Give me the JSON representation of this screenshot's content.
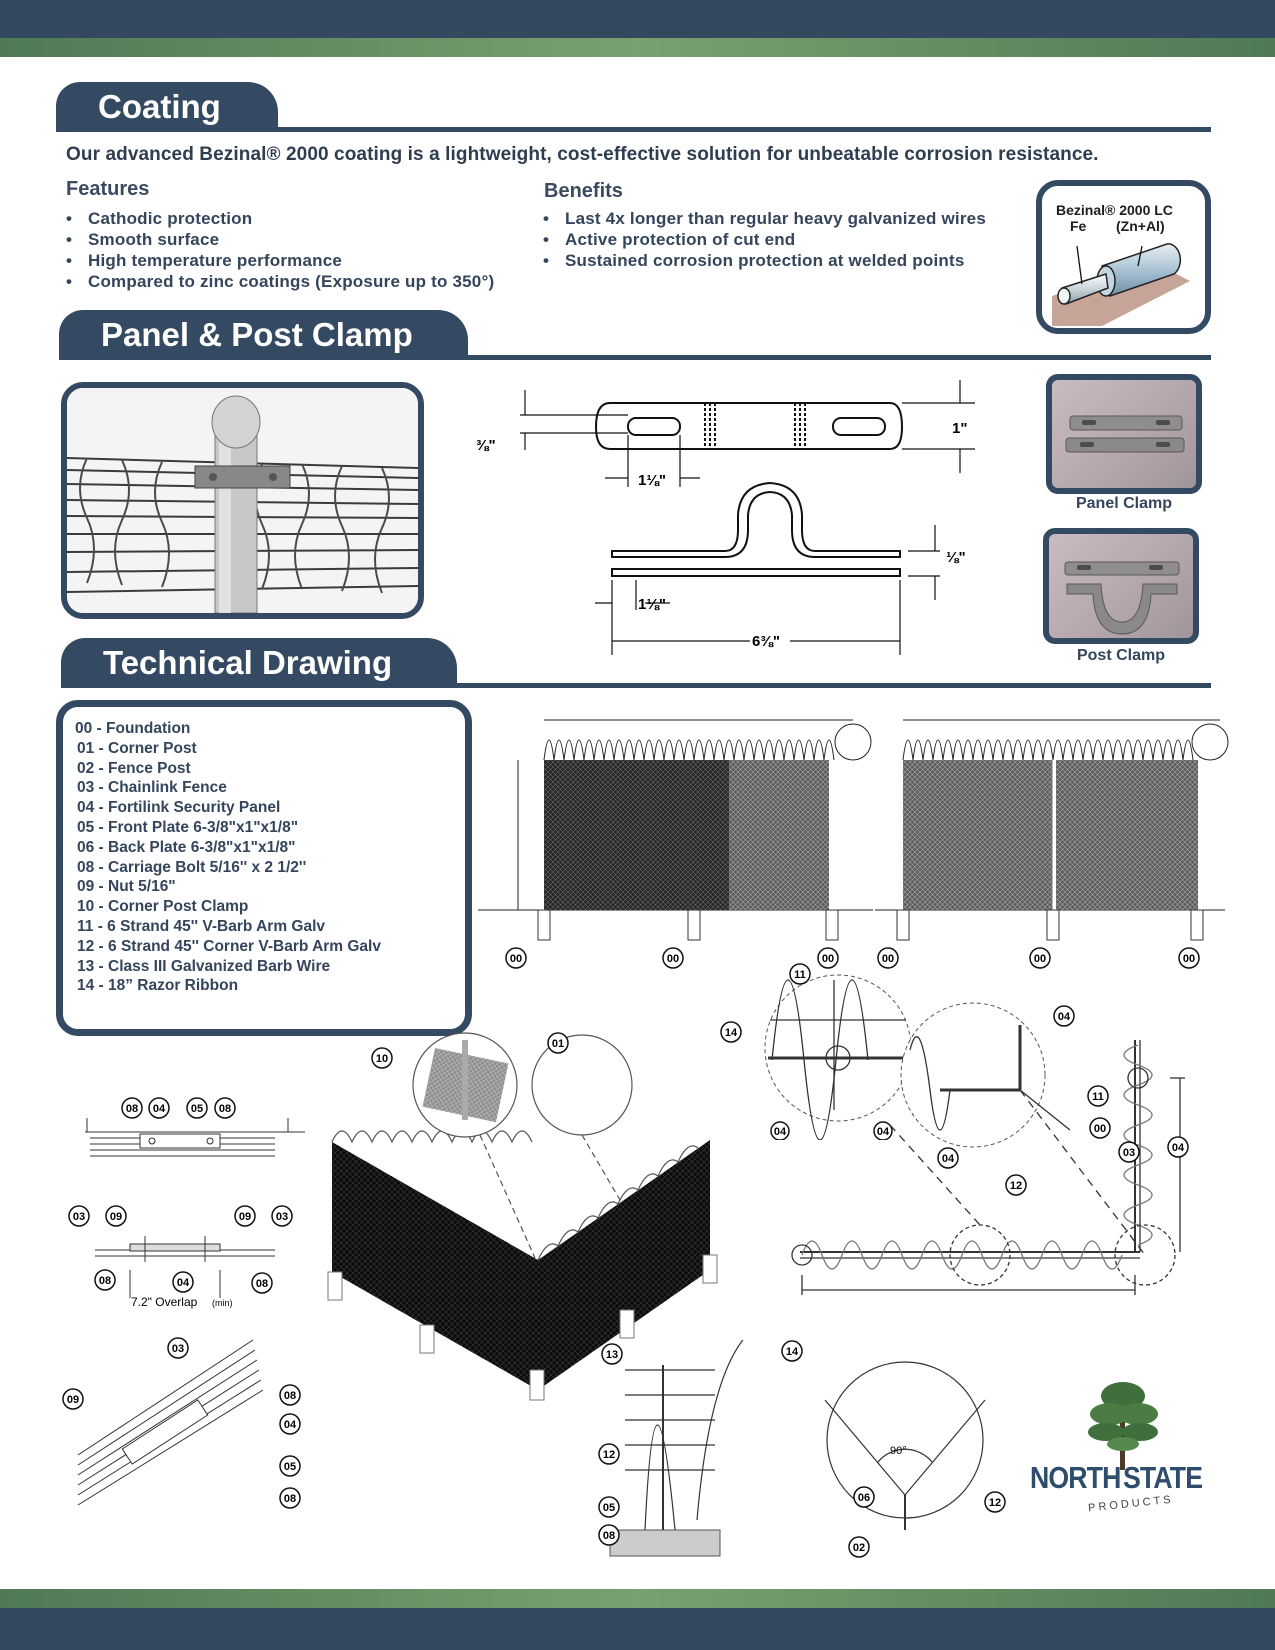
{
  "sections": {
    "coating": "Coating",
    "panel_clamp": "Panel & Post Clamp",
    "technical": "Technical Drawing"
  },
  "coating": {
    "intro": "Our advanced Bezinal® 2000 coating is a lightweight, cost-effective solution for unbeatable corrosion resistance.",
    "features_title": "Features",
    "features": [
      "Cathodic protection",
      "Smooth surface",
      "High temperature performance",
      "Compared to zinc coatings (Exposure up to 350°)"
    ],
    "benefits_title": "Benefits",
    "benefits": [
      "Last 4x longer than regular heavy galvanized wires",
      "Active protection of cut end",
      "Sustained corrosion protection at welded points"
    ],
    "wire_label1": "Bezinal® 2000 LC",
    "wire_label_fe": "Fe",
    "wire_label_zn": "(Zn+Al)"
  },
  "clamp": {
    "panel_caption": "Panel Clamp",
    "post_caption": "Post Clamp",
    "dim_height": "1\"",
    "dim_slot": "1⅛\"",
    "dim_thick": "⅜\"",
    "dim_plate": "⅛\"",
    "dim_slot2": "1⅛\"",
    "dim_length": "6⅜\""
  },
  "legend": [
    "00 - Foundation",
    "01 - Corner Post",
    "02 - Fence Post",
    "03 - Chainlink Fence",
    "04 - Fortilink Security Panel",
    "05 - Front Plate 6-3/8\"x1\"x1/8\"",
    "06 - Back Plate 6-3/8\"x1\"x1/8\"",
    "08 - Carriage Bolt 5/16'' x 2 1/2''",
    "09 - Nut 5/16\"",
    "10 - Corner Post Clamp",
    "11 - 6 Strand 45'' V-Barb Arm Galv",
    "12 - 6 Strand 45'' Corner V-Barb Arm Galv",
    "13 - Class III Galvanized Barb Wire",
    "14 - 18” Razor Ribbon"
  ],
  "drawing": {
    "overlap": "7.2\" Overlap",
    "overlap_min": "(min)",
    "angle": "90°",
    "tags_elev_left": [
      "00",
      "00",
      "00"
    ],
    "tags_elev_right": [
      "00",
      "00",
      "00"
    ],
    "tags_detail_a": [
      "08",
      "04",
      "05",
      "08"
    ],
    "tags_detail_b": [
      "03",
      "09",
      "09",
      "03",
      "08",
      "04",
      "08"
    ],
    "tags_detail_c": [
      "03",
      "09",
      "08",
      "04",
      "05",
      "08"
    ],
    "tags_iso": [
      "10",
      "01"
    ],
    "tags_arm": [
      "11",
      "14",
      "04",
      "04"
    ],
    "tags_corner": [
      "04",
      "04",
      "12",
      "11",
      "00",
      "03",
      "04"
    ],
    "tags_section": [
      "13",
      "14",
      "12",
      "05",
      "08",
      "06",
      "02",
      "12"
    ]
  },
  "brand": {
    "name_left": "NORTH",
    "name_right": "STATE",
    "tagline": "PRODUCTS"
  }
}
